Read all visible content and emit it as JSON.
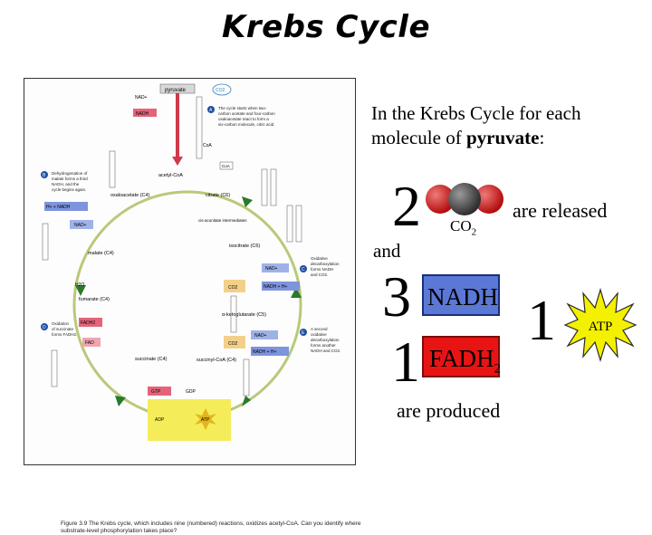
{
  "title": "Krebs Cycle",
  "intro": {
    "prefix": "In the Krebs Cycle for each molecule of ",
    "bold": "pyruvate",
    "suffix": ":"
  },
  "co2": {
    "count": "2",
    "label": "CO",
    "subscript": "2",
    "suffix": "are released"
  },
  "and_label": "and",
  "nadh": {
    "count": "3",
    "label": "NADH"
  },
  "fadh": {
    "count": "1",
    "label": "FADH",
    "subscript": "2"
  },
  "produced_label": "are produced",
  "atp": {
    "count": "1",
    "label": "ATP"
  },
  "figure": {
    "labels": {
      "pyruvate": "pyruvate",
      "nad_top": "NAD+",
      "nadh_top": "NADH",
      "co2_top": "CO2",
      "coa_top": "CoA",
      "acetyl_coa": "acetyl-CoA",
      "coa_mid": "CoA",
      "oxaloacetate": "oxaloacetate (C4)",
      "citrate": "citrate (C6)",
      "cis_aconitate": "cis-aconitate intermediates",
      "isocitrate": "isocitrate (C6)",
      "malate": "malate (C4)",
      "fumarate": "fumarate (C4)",
      "succinate": "succinate (C4)",
      "succinyl_coa": "succinyl-CoA (C4)",
      "ketoglutarate": "α-ketoglutarate (C5)",
      "h2o": "H2O",
      "nad_left": "NAD+",
      "nadh_left": "H+ + NADH",
      "nad_right1": "NAD+",
      "nadh_right1": "NADH + H+",
      "co2_right1": "CO2",
      "nad_right2": "NAD+",
      "nadh_right2": "NADH + H+",
      "co2_right2": "CO2",
      "fadh2": "FADH2",
      "fad": "FAD",
      "gtp": "GTP",
      "gdp": "GDP",
      "adp": "ADP",
      "atp_fig": "ATP"
    },
    "notes": {
      "A": "The cycle starts when two-carbon acetate and four-carbon oxaloacetate react to form a six-carbon molecule, citric acid.",
      "B": "Dehydrogenation of malate forms a third NADH, and the cycle begins again.",
      "C": "Oxidative decarboxylation forms NADH and CO2.",
      "D": "Oxidation of succinate forms FADH2.",
      "E": "A second oxidative decarboxylation forms another NADH and CO2."
    },
    "caption": "Figure 3.9 The Krebs cycle, which includes nine (numbered) reactions, oxidizes acetyl-CoA. Can you identify where substrate-level phosphorylation takes place?"
  },
  "colors": {
    "nadh_fill": "#5b78d6",
    "fadh_fill": "#e81414",
    "atp_star": "#f3f000",
    "co2_oxygen": "#d41a1a",
    "co2_carbon": "#555555"
  }
}
